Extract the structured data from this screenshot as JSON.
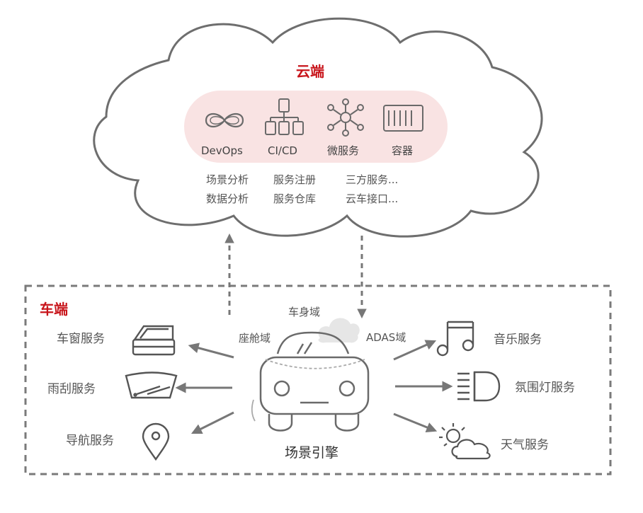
{
  "cloud": {
    "title": "云端",
    "icons": [
      {
        "label": "DevOps",
        "icon": "infinity-icon"
      },
      {
        "label": "CI/CD",
        "icon": "flowchart-icon"
      },
      {
        "label": "微服务",
        "icon": "network-nodes-icon"
      },
      {
        "label": "容器",
        "icon": "container-icon"
      }
    ],
    "features": [
      [
        "场景分析",
        "服务注册",
        "三方服务..."
      ],
      [
        "数据分析",
        "服务仓库",
        "云车接口..."
      ]
    ]
  },
  "vehicle": {
    "title": "车端",
    "engine_label": "场景引擎",
    "domains": [
      "座舱域",
      "车身域",
      "ADAS域"
    ],
    "left_services": [
      {
        "label": "车窗服务",
        "icon": "car-window-icon"
      },
      {
        "label": "雨刮服务",
        "icon": "wiper-icon"
      },
      {
        "label": "导航服务",
        "icon": "location-pin-icon"
      }
    ],
    "right_services": [
      {
        "label": "音乐服务",
        "icon": "music-note-icon"
      },
      {
        "label": "氛围灯服务",
        "icon": "headlight-icon"
      },
      {
        "label": "天气服务",
        "icon": "weather-icon"
      }
    ]
  },
  "colors": {
    "accent_red": "#c8151b",
    "line_gray": "#777777",
    "icon_gray": "#666666",
    "cloud_pill": "#f9e3e3"
  }
}
